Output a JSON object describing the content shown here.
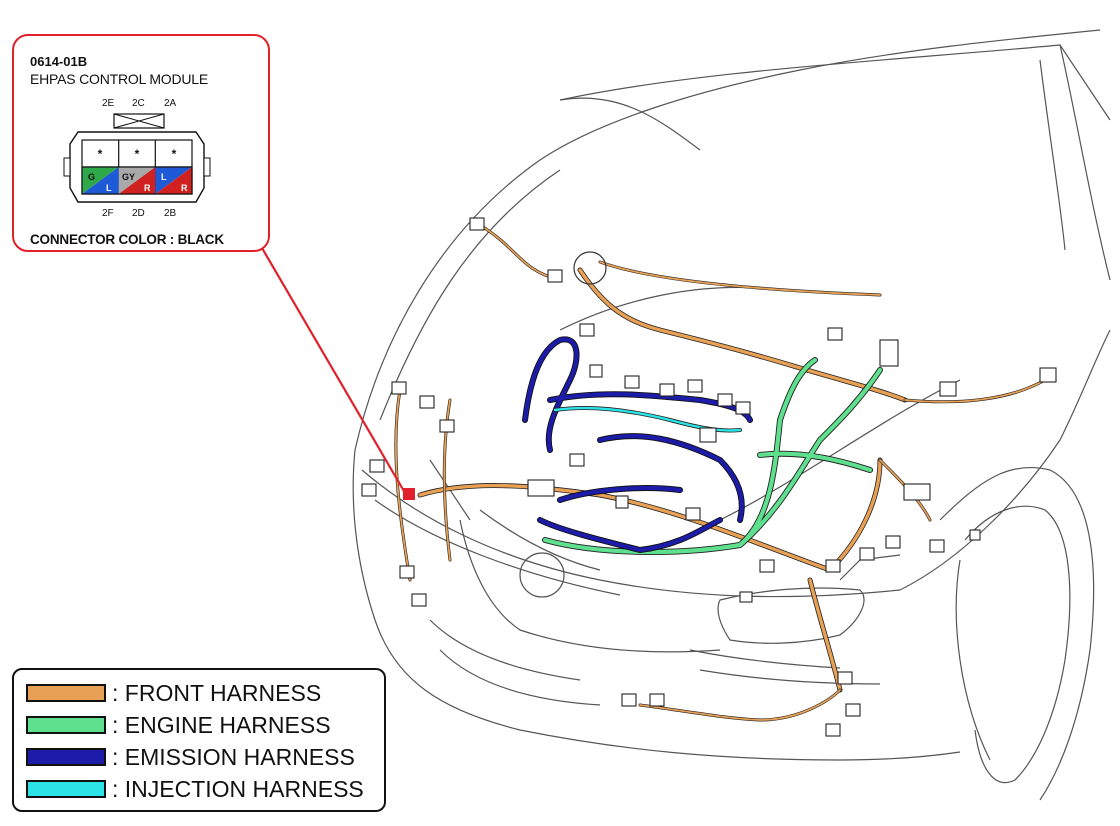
{
  "connector": {
    "code": "0614-01B",
    "name": "EHPAS CONTROL MODULE",
    "color_note": "CONNECTOR COLOR : BLACK",
    "pins_top": [
      "2E",
      "2C",
      "2A"
    ],
    "pins_bottom": [
      "2F",
      "2D",
      "2B"
    ],
    "cells_top": [
      "*",
      "*",
      "*"
    ],
    "cells_bottom": [
      {
        "left": "G",
        "right": "L"
      },
      {
        "left": "GY",
        "right": "R"
      },
      {
        "left": "L",
        "right": "R"
      }
    ]
  },
  "legend": {
    "items": [
      {
        "label": ": FRONT HARNESS",
        "color": "#e8a055"
      },
      {
        "label": ": ENGINE HARNESS",
        "color": "#5fe08e"
      },
      {
        "label": ": EMISSION HARNESS",
        "color": "#1c1ca8"
      },
      {
        "label": ": INJECTION HARNESS",
        "color": "#2ce3e8"
      }
    ]
  },
  "colors": {
    "front": "#e8a055",
    "engine": "#5fe08e",
    "emission": "#1c1ca8",
    "injection": "#2ce3e8",
    "callout_border": "#e0202a",
    "pin_green": "#2fa84a",
    "pin_blue": "#1e5ad6",
    "pin_red": "#d02020",
    "pin_gray": "#a9a9a9"
  }
}
